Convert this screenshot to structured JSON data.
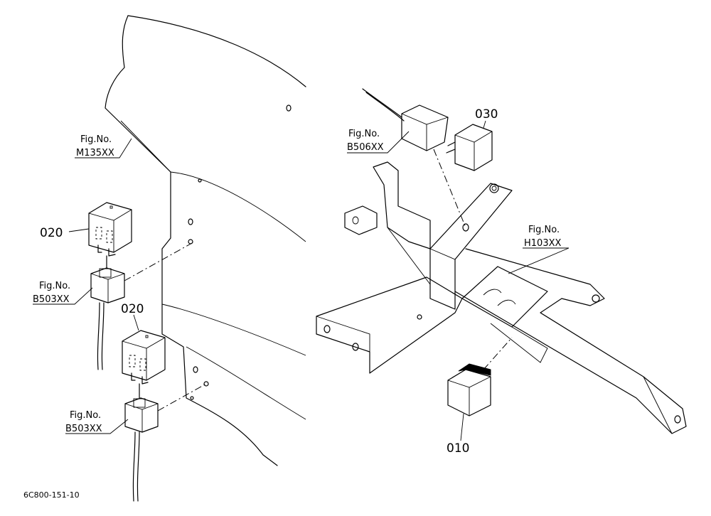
{
  "callouts": {
    "fig_m135": {
      "line1": "Fig.No.",
      "line2": "M135XX"
    },
    "fig_b503_upper": {
      "line1": "Fig.No.",
      "line2": "B503XX"
    },
    "fig_b503_lower": {
      "line1": "Fig.No.",
      "line2": "B503XX"
    },
    "fig_b506": {
      "line1": "Fig.No.",
      "line2": "B506XX"
    },
    "fig_h103": {
      "line1": "Fig.No.",
      "line2": "H103XX"
    }
  },
  "parts": {
    "p020_upper": "020",
    "p020_lower": "020",
    "p030": "030",
    "p010": "010"
  },
  "drawing_code": "6C800-151-10"
}
